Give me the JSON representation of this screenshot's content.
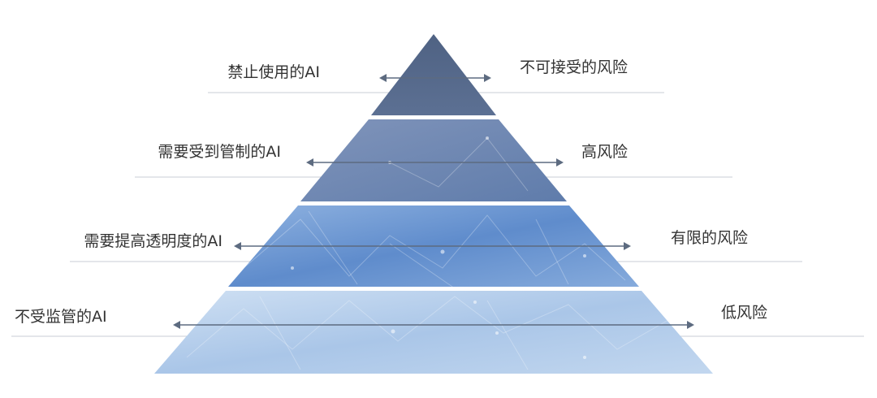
{
  "diagram": {
    "tiers": [
      {
        "left_label": "禁止使用的AI",
        "right_label": "不可接受的风险"
      },
      {
        "left_label": "需要受到管制的AI",
        "right_label": "高风险"
      },
      {
        "left_label": "需要提高透明度的AI",
        "right_label": "有限的风险"
      },
      {
        "left_label": "不受监管的AI",
        "right_label": "低风险"
      }
    ],
    "colors": {
      "tier_1": "#56698a",
      "tier_2": "#6d86b0",
      "tier_3": "#6f9ad2",
      "tier_4": "#b7cfea",
      "separator": "#ffffff",
      "arrow": "#5d6b80",
      "guide_line": "#c8ced6",
      "text": "#333333"
    }
  }
}
